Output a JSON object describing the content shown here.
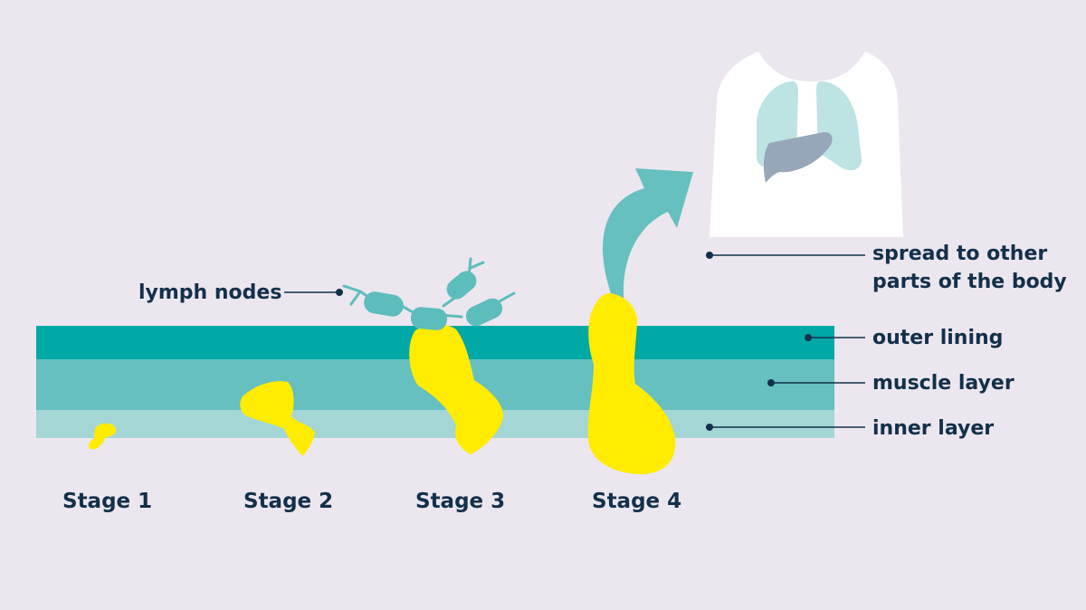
{
  "labels": {
    "lymph_nodes": "lymph nodes",
    "spread_line1": "spread to other",
    "spread_line2": "parts of the body",
    "outer_lining": "outer lining",
    "muscle_layer": "muscle layer",
    "inner_layer": "inner layer"
  },
  "stages": [
    "Stage 1",
    "Stage 2",
    "Stage 3",
    "Stage 4"
  ],
  "colors": {
    "background": "#ece6ef",
    "outer_lining": "#00a8a6",
    "muscle_layer": "#65c0bf",
    "inner_layer": "#a4d6d5",
    "tumour": "#ffec00",
    "lymph": "#5dbdbd",
    "arrow": "#65c0bf",
    "body": "#ffffff",
    "lungs": "#bde3e2",
    "liver": "#97a7b9",
    "text": "#13304a"
  }
}
